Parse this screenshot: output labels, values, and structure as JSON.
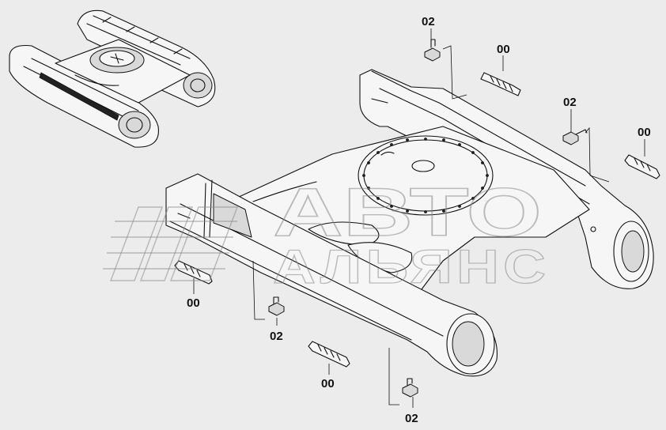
{
  "diagram": {
    "callouts": [
      {
        "id": "c1",
        "text": "02"
      },
      {
        "id": "c2",
        "text": "00"
      },
      {
        "id": "c3",
        "text": "02"
      },
      {
        "id": "c4",
        "text": "00"
      },
      {
        "id": "c5",
        "text": "00"
      },
      {
        "id": "c6",
        "text": "02"
      },
      {
        "id": "c7",
        "text": "00"
      },
      {
        "id": "c8",
        "text": "02"
      }
    ]
  },
  "watermark": {
    "line1": "АВТО",
    "line2": "АЛЬЯНС"
  }
}
